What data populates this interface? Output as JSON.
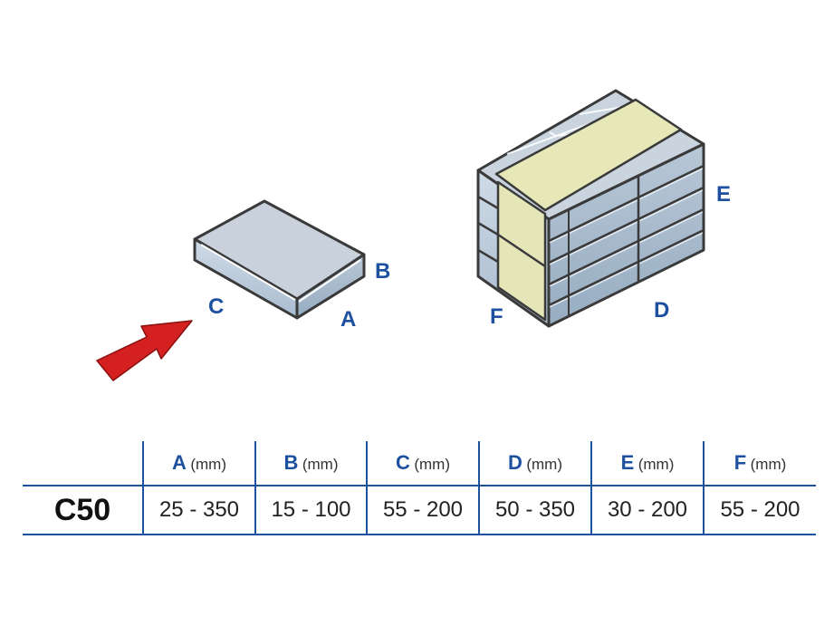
{
  "diagram": {
    "single_case_labels": {
      "a": "A",
      "b": "B",
      "c": "C"
    },
    "pallet_labels": {
      "d": "D",
      "e": "E",
      "f": "F"
    },
    "arrow_color": "#d42020",
    "case_color": "#c9d4e0",
    "outline_color": "#3a3a3a",
    "pack_color": "#e4e6b8"
  },
  "table": {
    "headers": [
      {
        "letter": "A",
        "unit": "(mm)"
      },
      {
        "letter": "B",
        "unit": "(mm)"
      },
      {
        "letter": "C",
        "unit": "(mm)"
      },
      {
        "letter": "D",
        "unit": "(mm)"
      },
      {
        "letter": "E",
        "unit": "(mm)"
      },
      {
        "letter": "F",
        "unit": "(mm)"
      }
    ],
    "row": {
      "model": "C50",
      "values": [
        "25 - 350",
        "15 - 100",
        "55 - 200",
        "50 - 350",
        "30 - 200",
        "55 - 200"
      ]
    },
    "line_color": "#1e50a0"
  }
}
